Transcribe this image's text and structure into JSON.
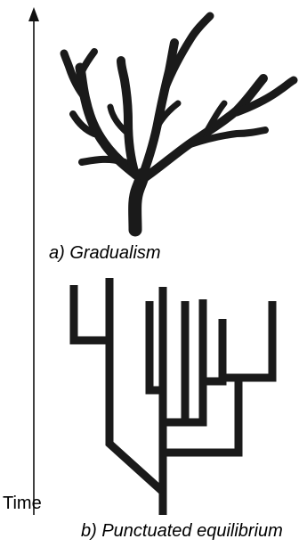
{
  "axis": {
    "label": "Time",
    "direction": "up"
  },
  "panels": [
    {
      "id": "a",
      "caption": "a) Gradualism",
      "style": "smooth-branching-tree"
    },
    {
      "id": "b",
      "caption": "b) Punctuated equilibrium",
      "style": "right-angle-branching-tree"
    }
  ],
  "colors": {
    "ink": "#1a1a1a",
    "background": "#ffffff"
  }
}
